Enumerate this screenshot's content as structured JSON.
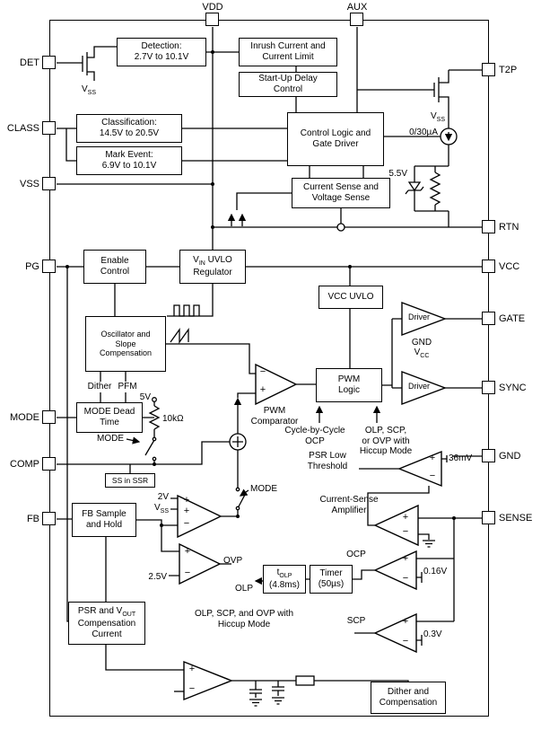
{
  "pins": {
    "vdd": "VDD",
    "aux": "AUX",
    "det": "DET",
    "class": "CLASS",
    "vss": "VSS",
    "pg": "PG",
    "mode": "MODE",
    "comp": "COMP",
    "fb": "FB",
    "t2p": "T2P",
    "rtn": "RTN",
    "vcc": "VCC",
    "gate": "GATE",
    "sync": "SYNC",
    "gnd": "GND",
    "sense": "SENSE"
  },
  "blocks": {
    "detection": "Detection:\n2.7V to 10.1V",
    "inrush": "Inrush Current and\nCurrent Limit",
    "startup": "Start-Up Delay\nControl",
    "classification": "Classification:\n14.5V to 20.5V",
    "mark_event": "Mark Event:\n6.9V to 10.1V",
    "control_logic": "Control Logic and\nGate Driver",
    "current_sense": "Current Sense and\nVoltage Sense",
    "enable": "Enable\nControl",
    "vcc_uvlo": "VCC UVLO",
    "oscillator": "Oscillator and\nSlope\nCompensation",
    "mode_dead_time": "MODE Dead\nTime",
    "pwm_logic": "PWM\nLogic",
    "fb_sample": "FB Sample\nand Hold",
    "timer": "Timer\n(50µs)",
    "dither_comp": "Dither and\nCompensation",
    "ss_in_ssr": "SS in SSR"
  },
  "composite": {
    "vin_uvlo": {
      "pre": "V",
      "sub": "IN",
      "post": " UVLO\nRegulator"
    },
    "psr_comp": {
      "pre": "PSR and V",
      "sub": "OUT",
      "post": "\nCompensation\nCurrent"
    },
    "tolp": {
      "pre": "t",
      "sub": "OLP",
      "post": "\n(4.8ms)"
    },
    "vcc_sub": {
      "pre": "V",
      "sub": "CC"
    },
    "vss_sub": {
      "pre": "V",
      "sub": "SS"
    }
  },
  "labels": {
    "driver": "Driver",
    "pwm_comparator": "PWM\nComparator",
    "gnd": "GND",
    "dither": "Dither",
    "pfm": "PFM",
    "five_v": "5V",
    "ten_k": "10kΩ",
    "mode": "MODE",
    "cycle_ocp": "Cycle-by-Cycle\nOCP",
    "olp_scp_ovp": "OLP, SCP,\nor OVP with\nHiccup Mode",
    "psr_low": "PSR Low\nThreshold",
    "cs_amp": "Current-Sense\nAmplifier",
    "ocp": "OCP",
    "scp": "SCP",
    "ovp": "OVP",
    "olp": "OLP",
    "hiccup_bottom": "OLP, SCP, and OVP with\nHiccup Mode",
    "mv36": "36mV",
    "v016": "0.16V",
    "v03": "0.3V",
    "v25": "2.5V",
    "v2": "2V",
    "ua": "0/30µA",
    "v55": "5.5V",
    "plus": "+",
    "minus": "−"
  }
}
